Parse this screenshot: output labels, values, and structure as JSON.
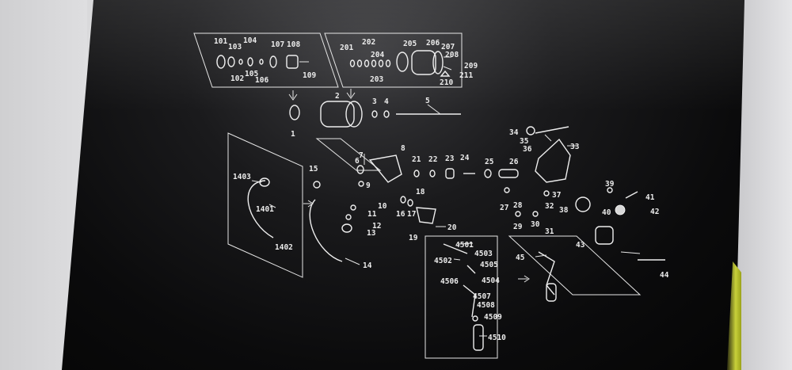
{
  "diagram": {
    "theme": {
      "background": "#0b0b0c",
      "line_color": "#e6e6e6",
      "surface_left": "#d9d9db",
      "accent_yellow": "#c8d03a"
    },
    "labels": [
      "101",
      "103",
      "104",
      "107",
      "108",
      "102",
      "105",
      "106",
      "109",
      "201",
      "202",
      "204",
      "205",
      "206",
      "207",
      "208",
      "209",
      "210",
      "211",
      "203",
      "1",
      "2",
      "3",
      "4",
      "5",
      "34",
      "35",
      "36",
      "33",
      "6",
      "7",
      "8",
      "21",
      "22",
      "23",
      "24",
      "25",
      "26",
      "1403",
      "15",
      "9",
      "10",
      "11",
      "12",
      "13",
      "1401",
      "1402",
      "14",
      "16",
      "17",
      "18",
      "20",
      "19",
      "37",
      "32",
      "38",
      "39",
      "41",
      "40",
      "42",
      "27",
      "28",
      "29",
      "30",
      "31",
      "43",
      "44",
      "4501",
      "4502",
      "4503",
      "4505",
      "4504",
      "45",
      "4506",
      "4507",
      "4508",
      "4509",
      "4510"
    ]
  }
}
